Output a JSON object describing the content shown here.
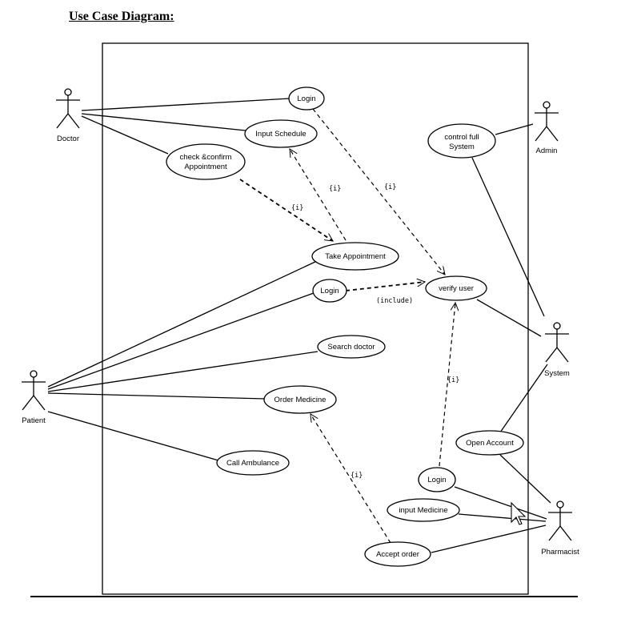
{
  "title": "Use Case Diagram:",
  "actors": {
    "doctor": "Doctor",
    "admin": "Admin",
    "patient": "Patient",
    "system": "System",
    "pharmacist": "Pharmacist"
  },
  "use_cases": {
    "login_doctor": "Login",
    "input_schedule": "Input Schedule",
    "check_confirm_line1": "check &confirm",
    "check_confirm_line2": "Appointment",
    "control_line1": "control full",
    "control_line2": "System",
    "take_appointment": "Take Appointment",
    "login_patient": "Login",
    "verify_user": "verify user",
    "search_doctor": "Search doctor",
    "order_medicine": "Order Medicine",
    "call_ambulance": "Call Ambulance",
    "open_account": "Open Account",
    "login_pharmacist": "Login",
    "input_medicine": "input Medicine",
    "accept_order": "Accept order"
  },
  "relation_labels": {
    "include_schedule": "{i}",
    "include_confirm": "{i}",
    "include_login_verify": "{i}",
    "include_patient_login": "(include)",
    "include_pharm_login": "{i}",
    "include_order": "{i}"
  }
}
